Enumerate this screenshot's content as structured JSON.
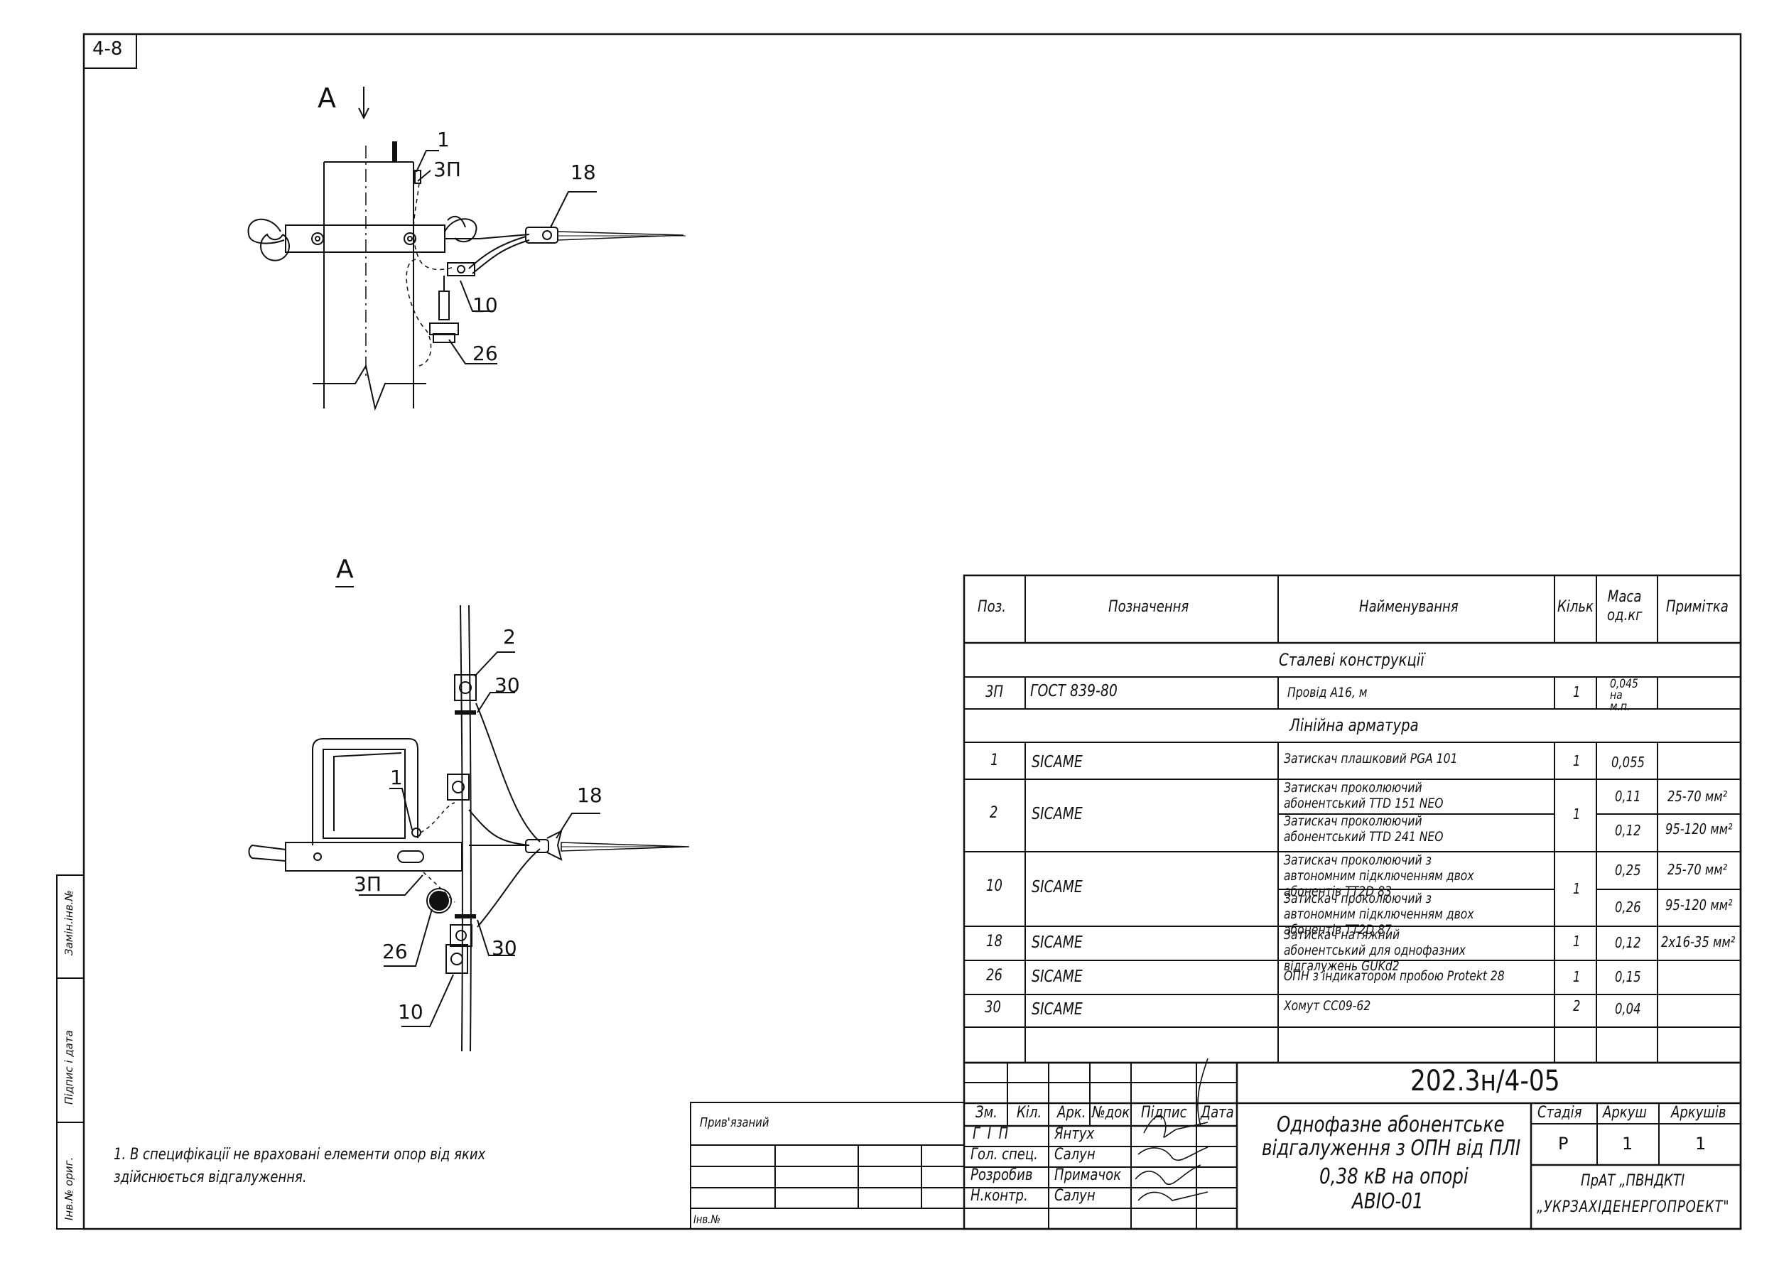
{
  "sheet": {
    "sheet_code": "4-8",
    "view_label": "А",
    "view_label_underlined": "А"
  },
  "drawing": {
    "top_callouts": [
      "1",
      "3П",
      "18",
      "10",
      "26"
    ],
    "bottom_callouts": [
      "2",
      "30",
      "1",
      "18",
      "3П",
      "26",
      "30",
      "10"
    ]
  },
  "spec": {
    "headers": {
      "pos": "Поз.",
      "designation": "Позначення",
      "name": "Найменування",
      "qty": "Кільк",
      "mass": "Маса од.кг",
      "note": "Примітка"
    },
    "sections": [
      {
        "title": "Сталеві конструкції",
        "rows": [
          {
            "pos": "3П",
            "designation": "ГОСТ 839-80",
            "name": [
              "Провід А16, м"
            ],
            "qty": "1",
            "mass": [
              "0,045 на м.п."
            ],
            "note": [
              ""
            ]
          }
        ]
      },
      {
        "title": "Лінійна арматура",
        "rows": [
          {
            "pos": "1",
            "designation": "SICAME",
            "name": [
              "Затискач плашковий  PGA 101"
            ],
            "qty": "1",
            "mass": [
              "0,055"
            ],
            "note": [
              ""
            ]
          },
          {
            "pos": "2",
            "designation": "SICAME",
            "name": [
              "Затискач проколюючий абонентський TTD 151 NEO",
              "Затискач проколюючий абонентський TTD 241 NEO"
            ],
            "qty": "1",
            "mass": [
              "0,11",
              "0,12"
            ],
            "note": [
              "25-70 мм²",
              "95-120 мм²"
            ]
          },
          {
            "pos": "10",
            "designation": "SICAME",
            "name": [
              "Затискач проколюючий з автономним підключенням двох абонентів TT2D 83",
              "Затискач проколюючий з автономним підключенням двох абонентів TT2D 87"
            ],
            "qty": "1",
            "mass": [
              "0,25",
              "0,26"
            ],
            "note": [
              "25-70 мм²",
              "95-120 мм²"
            ]
          },
          {
            "pos": "18",
            "designation": "SICAME",
            "name": [
              "Затискач натяжний абонентський для однофазних відгалужень GUKd2"
            ],
            "qty": "1",
            "mass": [
              "0,12"
            ],
            "note": [
              "2х16-35 мм²"
            ]
          },
          {
            "pos": "26",
            "designation": "SICAME",
            "name": [
              "ОПН з індикатором пробою Protekt 28"
            ],
            "qty": "1",
            "mass": [
              "0,15"
            ],
            "note": [
              ""
            ]
          },
          {
            "pos": "30",
            "designation": "SICAME",
            "name": [
              "Хомут CC09-62"
            ],
            "qty": "2",
            "mass": [
              "0,04"
            ],
            "note": [
              ""
            ]
          }
        ]
      }
    ]
  },
  "note": "1. В специфікації не враховані елементи опор від яких здійснюється відгалуження.",
  "title_block": {
    "doc_code": "202.3н/4-05",
    "title_lines": [
      "Однофазне абонентське",
      "відгалуження з ОПН від ПЛІ",
      "0,38 кВ на опорі",
      "АВІО-01"
    ],
    "col_headers": [
      "Зм.",
      "Кіл.",
      "Арк.",
      "№док",
      "Підпис",
      "Дата"
    ],
    "roles": [
      {
        "role": "Г І П",
        "name": "Янтух"
      },
      {
        "role": "Гол. спец.",
        "name": "Салун"
      },
      {
        "role": "Розробив",
        "name": "Примачок"
      },
      {
        "role": "Н.контр.",
        "name": "Салун"
      }
    ],
    "stage_label": "Стадія",
    "stage": "Р",
    "sheet_label": "Аркуш",
    "sheet": "1",
    "sheets_label": "Аркушів",
    "sheets": "1",
    "org_line1": "ПрАТ „ПВНДКТІ",
    "org_line2": "„УКРЗАХІДЕНЕРГОПРОЕКТ\""
  },
  "aux_block": {
    "attached": "Прив'язаний",
    "inv": "Інв.№"
  },
  "side_stamp": {
    "replace": "Замін.інв.№",
    "sign_date": "Підпис і дата",
    "inv_orig": "Інв.№ ориг."
  }
}
